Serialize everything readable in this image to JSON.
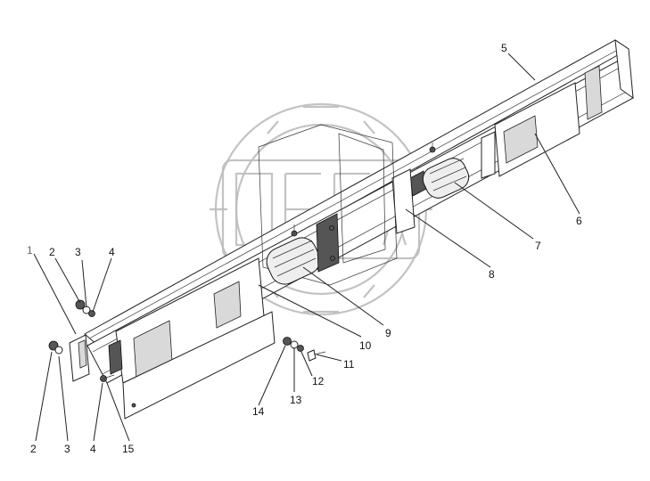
{
  "callouts": [
    {
      "id": "c1a",
      "text": "1"
    },
    {
      "id": "c2a",
      "text": "2"
    },
    {
      "id": "c3a",
      "text": "3"
    },
    {
      "id": "c4a",
      "text": "4"
    },
    {
      "id": "c5",
      "text": "5"
    },
    {
      "id": "c6",
      "text": "6"
    },
    {
      "id": "c7",
      "text": "7"
    },
    {
      "id": "c8",
      "text": "8"
    },
    {
      "id": "c9",
      "text": "9"
    },
    {
      "id": "c10",
      "text": "10"
    },
    {
      "id": "c11",
      "text": "11"
    },
    {
      "id": "c12",
      "text": "12"
    },
    {
      "id": "c13",
      "text": "13"
    },
    {
      "id": "c14",
      "text": "14"
    },
    {
      "id": "c15",
      "text": "15"
    },
    {
      "id": "c2b",
      "text": "2"
    },
    {
      "id": "c3b",
      "text": "3"
    },
    {
      "id": "c4b",
      "text": "4"
    }
  ],
  "watermark": {
    "text": "OFFF",
    "color": "#bdbdbd"
  },
  "colors": {
    "line": "#222222",
    "callout_grey": "#666666"
  }
}
